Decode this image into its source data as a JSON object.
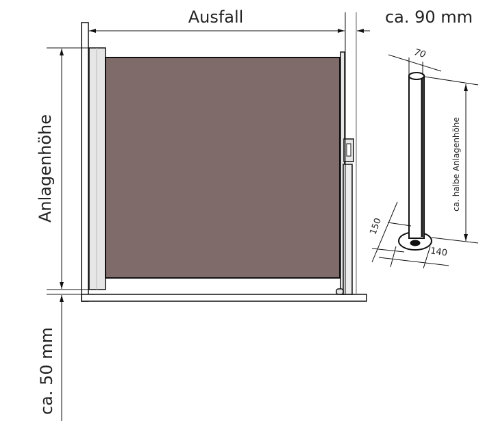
{
  "labels": {
    "width": "Ausfall",
    "side_clearance": "ca. 90 mm",
    "height": "Anlagenhöhe",
    "floor_clearance": "ca. 50 mm",
    "post_height": "ca. halbe Anlagenhöhe",
    "post_width": "70",
    "base_depth": "150",
    "base_width": "140"
  },
  "colors": {
    "fabric": "#7f6b69",
    "frame": "#e4e4e4",
    "line": "#111111"
  }
}
